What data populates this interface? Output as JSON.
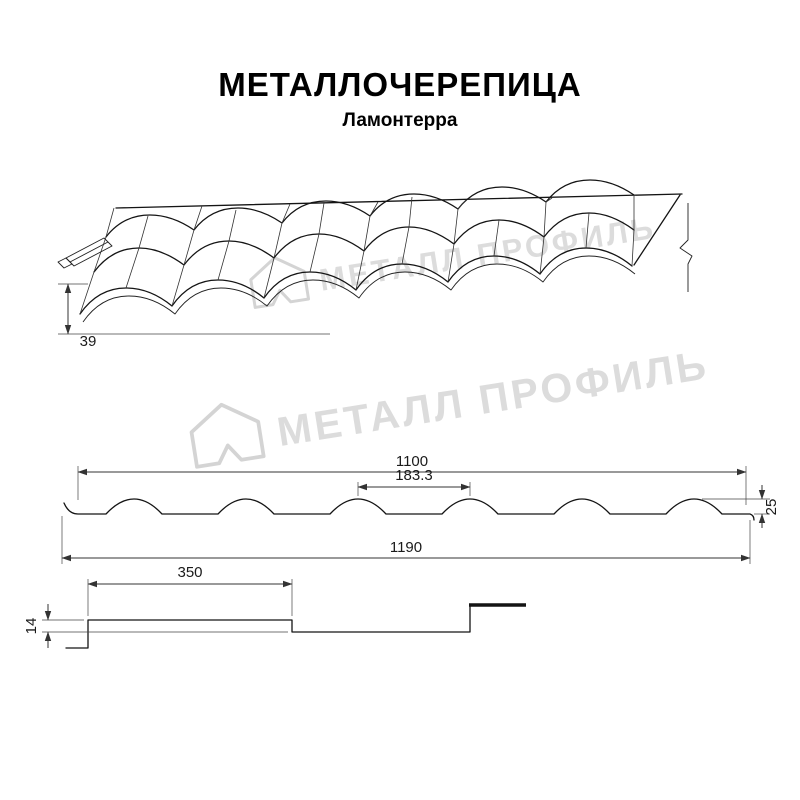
{
  "header": {
    "title": "МЕТАЛЛОЧЕРЕПИЦА",
    "subtitle": "Ламонтерра"
  },
  "watermark": {
    "text": "МЕТАЛЛ ПРОФИЛЬ"
  },
  "drawings": {
    "perspective": {
      "step_edge_height": "39"
    },
    "cross_section": {
      "working_width": "1100",
      "wave_pitch": "183.3",
      "profile_height": "25",
      "full_width": "1190"
    },
    "side_profile": {
      "module_length": "350",
      "step_height": "14"
    }
  },
  "colors": {
    "line": "#141414",
    "dimension": "#333333",
    "watermark": "#dcdcdc",
    "background": "#ffffff"
  }
}
